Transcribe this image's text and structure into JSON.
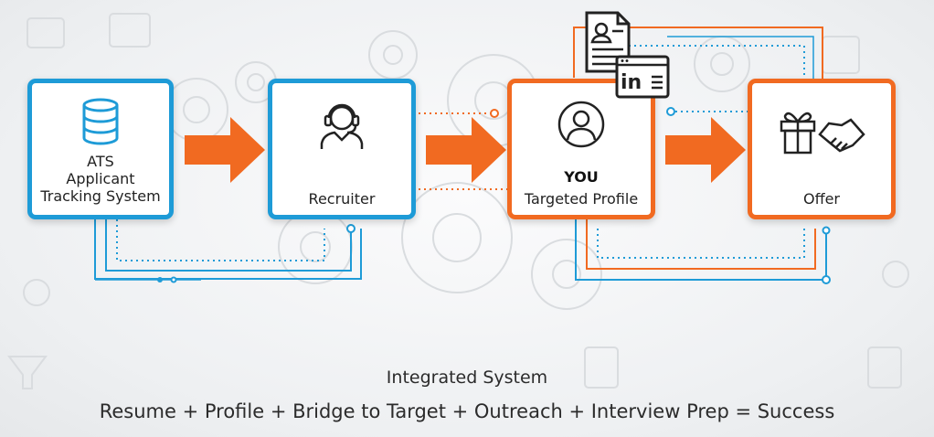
{
  "nodes": {
    "ats": {
      "label_line1": "ATS",
      "label_rest": "Applicant\nTracking System",
      "icon": "database-icon"
    },
    "recruiter": {
      "label": "Recruiter",
      "icon": "headset-person-icon"
    },
    "you": {
      "title": "YOU",
      "label": "Targeted Profile",
      "icon": "user-circle-icon"
    },
    "offer": {
      "label": "Offer",
      "icon": "gift-handshake-icon"
    }
  },
  "floating_icons": [
    "resume-document-icon",
    "linkedin-profile-icon"
  ],
  "linkedin_text": "in",
  "footer": {
    "title": "Integrated System",
    "formula": "Resume + Profile + Bridge to Target + Outreach + Interview Prep = Success"
  },
  "colors": {
    "blue": "#1e9bd7",
    "orange": "#f16a21",
    "text": "#222222"
  }
}
